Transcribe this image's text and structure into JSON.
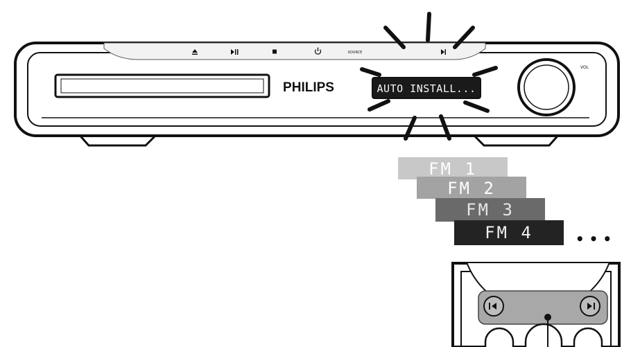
{
  "device": {
    "brand": "PHILIPS",
    "display_text": "AUTO INSTALL...",
    "vol_label": "VOL",
    "source_label": "SOURCE",
    "icons": [
      "eject-icon",
      "play-pause-icon",
      "stop-icon",
      "power-icon",
      "source-button",
      "next-icon"
    ]
  },
  "stations": [
    {
      "label": "FM 1",
      "fill": "#c8c8c8",
      "text": "#ffffff"
    },
    {
      "label": "FM 2",
      "fill": "#a3a3a3",
      "text": "#ffffff"
    },
    {
      "label": "FM 3",
      "fill": "#6a6a6a",
      "text": "#e6e6e6"
    },
    {
      "label": "FM 4",
      "fill": "#232323",
      "text": "#f2f2f2"
    }
  ],
  "more_indicator": "• • •",
  "remote": {
    "icons": [
      "previous-icon",
      "next-icon"
    ],
    "highlight_color": "#a8a8a8"
  }
}
